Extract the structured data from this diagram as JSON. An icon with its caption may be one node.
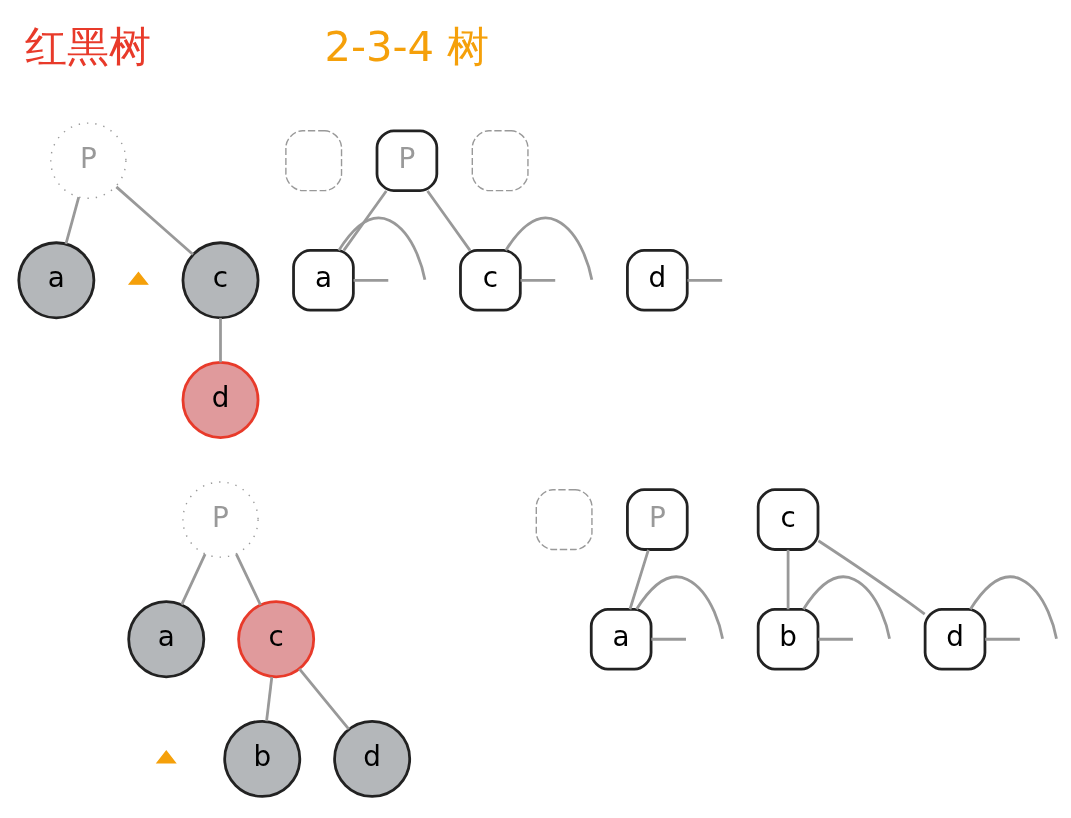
{
  "diagram": {
    "nodes": [
      {
        "text": [
          "P"
        ]
      },
      {
        "text": [
          "a"
        ]
      },
      {
        "text": [
          "c"
        ]
      },
      {
        "text": [
          "d"
        ]
      },
      {
        "text": [],
        "shape": "triangle"
      },
      {
        "text": [],
        "shape": "box"
      },
      {
        "text": [
          "P"
        ]
      },
      {
        "text": [],
        "shape": "box"
      },
      {
        "text": [
          "a"
        ]
      },
      {
        "text": [
          "c"
        ]
      },
      {
        "text": [
          "d"
        ]
      },
      {
        "text": [
          "P"
        ]
      },
      {
        "text": [
          "a"
        ]
      },
      {
        "text": [
          "c"
        ]
      },
      {
        "text": [],
        "shape": "triangle"
      },
      {
        "text": [
          "b"
        ]
      },
      {
        "text": [
          "d"
        ]
      },
      {
        "text": [],
        "shape": "box"
      },
      {
        "text": [
          "P"
        ]
      },
      {
        "text": [
          "c"
        ]
      },
      {
        "text": [
          "a"
        ]
      },
      {
        "text": [
          "b"
        ]
      },
      {
        "text": [
          "d"
        ]
      }
    ],
    "edges": [
      {
        "from": 0,
        "to": 1,
        "arrow": "none"
      },
      {
        "from": 0,
        "to": 2,
        "arrow": "none"
      },
      {
        "from": 2,
        "to": 3,
        "arrow": "none"
      },
      {
        "from": 6,
        "to": 8,
        "arrow": "none"
      },
      {
        "from": 6,
        "to": 9,
        "arrow": "none"
      },
      {
        "from": 8,
        "to": null,
        "arrow": "none"
      },
      {
        "from": 8,
        "to": null,
        "arrow": "none"
      },
      {
        "from": 9,
        "to": null,
        "arrow": "none"
      },
      {
        "from": 9,
        "to": null,
        "arrow": "none"
      },
      {
        "from": 10,
        "to": null,
        "arrow": "none"
      },
      {
        "from": 11,
        "to": 12,
        "arrow": "none"
      },
      {
        "from": 11,
        "to": 13,
        "arrow": "none"
      },
      {
        "from": 13,
        "to": 15,
        "arrow": "none"
      },
      {
        "from": 13,
        "to": 16,
        "arrow": "none"
      },
      {
        "from": 18,
        "to": 20,
        "arrow": "none"
      },
      {
        "from": 19,
        "to": 21,
        "arrow": "none"
      },
      {
        "from": 19,
        "to": 22,
        "arrow": "none"
      },
      {
        "from": 20,
        "to": null,
        "arrow": "none"
      },
      {
        "from": 20,
        "to": null,
        "arrow": "none"
      },
      {
        "from": 21,
        "to": null,
        "arrow": "none"
      },
      {
        "from": 21,
        "to": null,
        "arrow": "none"
      },
      {
        "from": 22,
        "to": null,
        "arrow": "none"
      },
      {
        "from": 22,
        "to": null,
        "arrow": "none"
      }
    ],
    "labels": [
      "红黑树",
      "2-3-4 树"
    ]
  }
}
